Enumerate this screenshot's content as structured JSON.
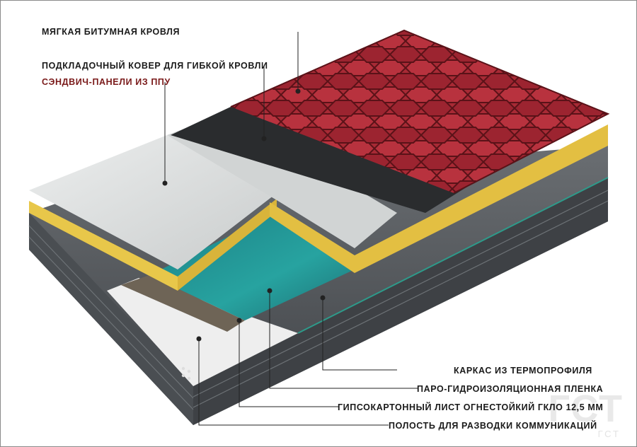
{
  "top_labels": [
    {
      "text": "МЯГКАЯ БИТУМНАЯ КРОВЛЯ",
      "accent": false
    },
    {
      "text": "ПОДКЛАДОЧНЫЙ КОВЕР ДЛЯ ГИБКОЙ КРОВЛИ",
      "accent": false
    },
    {
      "text": "СЭНДВИЧ-ПАНЕЛИ ИЗ ППУ",
      "accent": true
    }
  ],
  "bottom_labels": [
    {
      "text": "КАРКАС ИЗ ТЕРМОПРОФИЛЯ"
    },
    {
      "text": "ПАРО-ГИДРОИЗОЛЯЦИОННАЯ ПЛЕНКА"
    },
    {
      "text": "ГИПСОКАРТОННЫЙ ЛИСТ ОГНЕСТОЙКИЙ ГКЛО 12,5 ММ"
    },
    {
      "text": "ПОЛОСТЬ ДЛЯ РАЗВОДКИ КОММУНИКАЦИЙ"
    }
  ],
  "watermark": {
    "main": "ГСТ",
    "sub": "ГСТ"
  },
  "colors": {
    "shingle": "#a82a35",
    "underlay": "#2a2c2e",
    "panel_skin": "#d6d8d8",
    "foam": "#e8c74a",
    "membrane": "#1f8c8c",
    "frame_profile": "#55595d",
    "gypsum": "#6e6456"
  }
}
